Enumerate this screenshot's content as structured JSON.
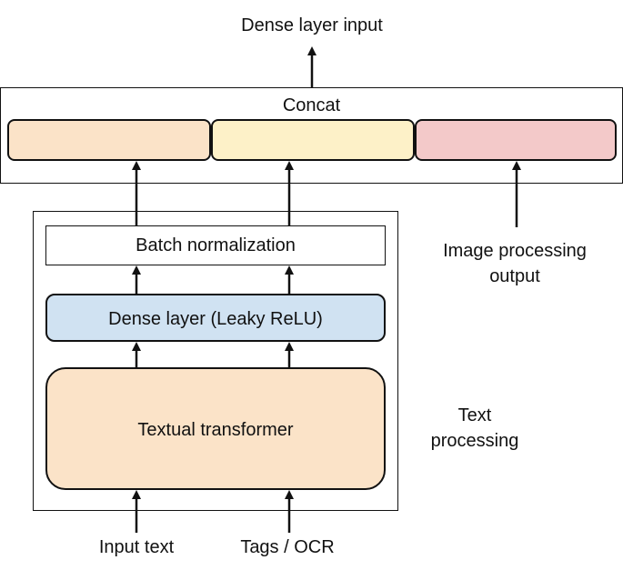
{
  "labels": {
    "dense_layer_input": "Dense layer input",
    "concat": "Concat",
    "batch_normalization": "Batch normalization",
    "dense_layer": "Dense layer (Leaky ReLU)",
    "textual_transformer": "Textual transformer",
    "text_processing_line1": "Text",
    "text_processing_line2": "processing",
    "image_processing_line1": "Image processing",
    "image_processing_line2": "output",
    "input_text": "Input text",
    "tags_ocr": "Tags / OCR"
  },
  "colors": {
    "segment_1": "#fbe3c8",
    "segment_2": "#fdf1c8",
    "segment_3": "#f3c9c9",
    "dense_layer_fill": "#d0e2f2",
    "transformer_fill": "#fbe3c8",
    "stroke": "#111111"
  }
}
